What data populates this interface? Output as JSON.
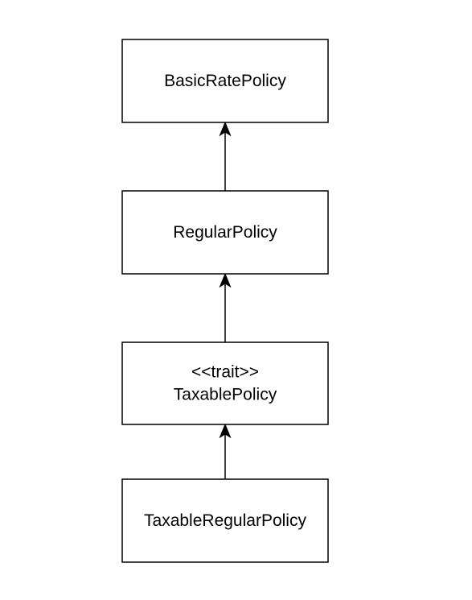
{
  "diagram": {
    "nodes": [
      {
        "id": "basic",
        "name": "node-basic-rate-policy",
        "lines": [
          "BasicRatePolicy"
        ]
      },
      {
        "id": "regular",
        "name": "node-regular-policy",
        "lines": [
          "RegularPolicy"
        ]
      },
      {
        "id": "taxable",
        "name": "node-taxable-policy",
        "lines": [
          "<<trait>>",
          "TaxablePolicy"
        ]
      },
      {
        "id": "taxreg",
        "name": "node-taxable-regular-policy",
        "lines": [
          "TaxableRegularPolicy"
        ]
      }
    ],
    "edges": [
      {
        "from": "regular",
        "to": "basic",
        "name": "edge-regular-to-basic"
      },
      {
        "from": "taxable",
        "to": "regular",
        "name": "edge-taxable-to-regular"
      },
      {
        "from": "taxreg",
        "to": "taxable",
        "name": "edge-taxreg-to-taxable"
      }
    ]
  }
}
